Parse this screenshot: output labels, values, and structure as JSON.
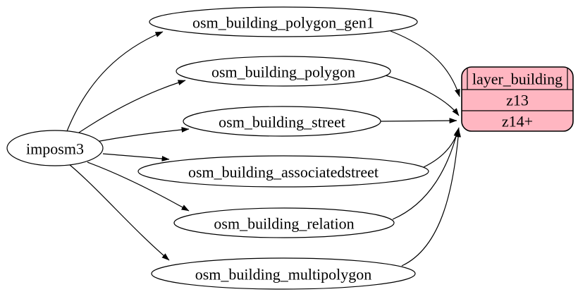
{
  "diagram": {
    "background_color": "#ffffff",
    "node_stroke_color": "#000000",
    "table_fill_color": "#ffffff",
    "layer_fill_color": "#ffb6c1",
    "text_color": "#000000",
    "source_node": {
      "label": "imposm3"
    },
    "table_nodes": [
      {
        "label": "osm_building_polygon_gen1"
      },
      {
        "label": "osm_building_polygon"
      },
      {
        "label": "osm_building_street"
      },
      {
        "label": "osm_building_associatedstreet"
      },
      {
        "label": "osm_building_relation"
      },
      {
        "label": "osm_building_multipolygon"
      }
    ],
    "layer_node": {
      "title": "layer_building",
      "rows": [
        "z13",
        "z14+"
      ]
    },
    "edges": [
      {
        "from": "imposm3",
        "to": "osm_building_polygon_gen1"
      },
      {
        "from": "imposm3",
        "to": "osm_building_polygon"
      },
      {
        "from": "imposm3",
        "to": "osm_building_street"
      },
      {
        "from": "imposm3",
        "to": "osm_building_associatedstreet"
      },
      {
        "from": "imposm3",
        "to": "osm_building_relation"
      },
      {
        "from": "imposm3",
        "to": "osm_building_multipolygon"
      },
      {
        "from": "osm_building_polygon_gen1",
        "to": "layer_building:z13"
      },
      {
        "from": "osm_building_polygon",
        "to": "layer_building:z14+"
      },
      {
        "from": "osm_building_street",
        "to": "layer_building:z14+"
      },
      {
        "from": "osm_building_associatedstreet",
        "to": "layer_building:z14+"
      },
      {
        "from": "osm_building_relation",
        "to": "layer_building:z14+"
      },
      {
        "from": "osm_building_multipolygon",
        "to": "layer_building:z14+"
      }
    ]
  }
}
